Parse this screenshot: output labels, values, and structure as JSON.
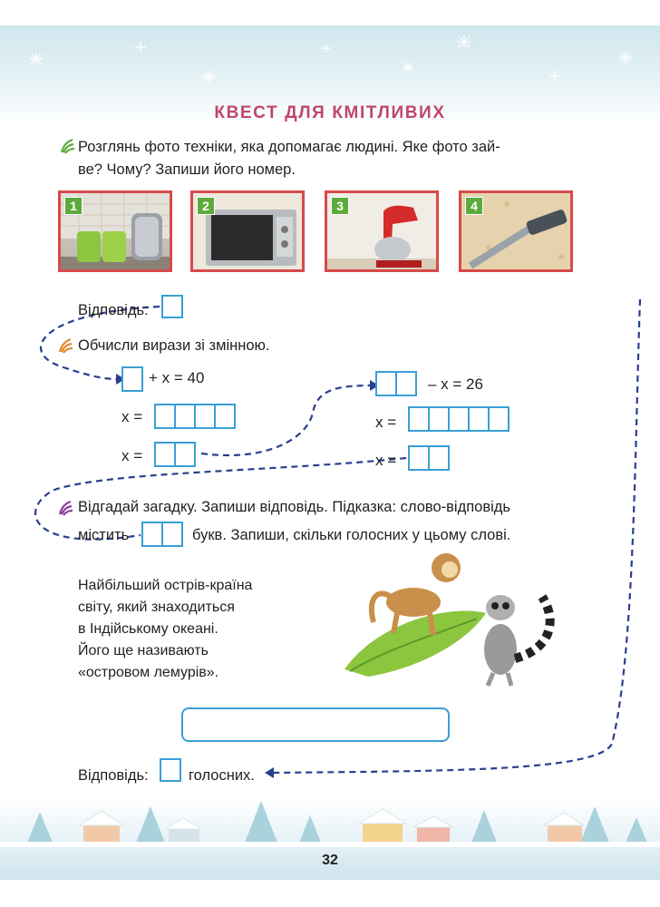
{
  "header": {
    "title": "КВЕСТ ДЛЯ КМІТЛИВИХ"
  },
  "task1": {
    "text_line1": "Розглянь фото техніки, яка допомагає людині. Яке фото зай-",
    "text_line2": "ве? Чому? Запиши його номер.",
    "photos": [
      {
        "number": "1",
        "subject": "kettle-and-mugs"
      },
      {
        "number": "2",
        "subject": "microwave"
      },
      {
        "number": "3",
        "subject": "stand-mixer"
      },
      {
        "number": "4",
        "subject": "vacuum-cleaner"
      }
    ],
    "answer_label": "Відповідь:"
  },
  "task2": {
    "text": "Обчисли вирази зі змінною.",
    "left": {
      "expr_rest": "+ x = 40",
      "x_label": "x ="
    },
    "right": {
      "expr_rest": "– x = 26",
      "x_label": "x ="
    }
  },
  "task3": {
    "text_line1": "Відгадай загадку. Запиши відповідь. Підказка: слово-відповідь",
    "text_before": "містить",
    "text_after": "букв. Запиши, скільки голосних у цьому слові.",
    "riddle": [
      "Найбільший острів-країна",
      "світу, який знаходиться",
      "в Індійському океані.",
      "Його ще називають",
      "«островом лемурів»."
    ],
    "answer_label": "Відповідь:",
    "answer_suffix": "голосних."
  },
  "footer": {
    "page_number": "32"
  },
  "colors": {
    "title": "#c0466b",
    "box_border": "#3a9fd6",
    "path": "#2a3f8f",
    "photo_border": "#d84a4a",
    "badge": "#5cab3a"
  }
}
